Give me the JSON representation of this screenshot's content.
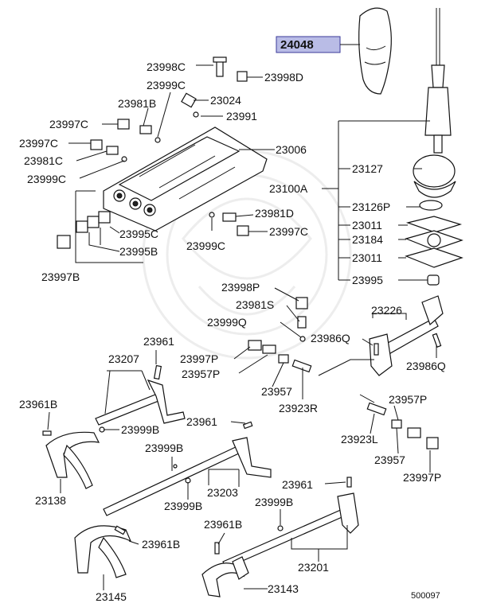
{
  "diagram": {
    "highlighted_part": "24048",
    "doc_code": "500097",
    "labels": {
      "p24048": "24048",
      "p23998C": "23998C",
      "p23998D": "23998D",
      "p23999C_a": "23999C",
      "p23024": "23024",
      "p23981B_a": "23981B",
      "p23991": "23991",
      "p23997C_a": "23997C",
      "p23997C_b": "23997C",
      "p23006": "23006",
      "p23981C": "23981C",
      "p23999C_b": "23999C",
      "p23127": "23127",
      "p23100A": "23100A",
      "p23126P": "23126P",
      "p23981D": "23981D",
      "p23011_a": "23011",
      "p23997C_c": "23997C",
      "p23184": "23184",
      "p23995C": "23995C",
      "p23999C_c": "23999C",
      "p23011_b": "23011",
      "p23995B": "23995B",
      "p23997B": "23997B",
      "p23995": "23995",
      "p23998P": "23998P",
      "p23981S": "23981S",
      "p23226": "23226",
      "p23999Q": "23999Q",
      "p23986Q_a": "23986Q",
      "p23961_a": "23961",
      "p23207": "23207",
      "p23997P_a": "23997P",
      "p23986Q_b": "23986Q",
      "p23957P_a": "23957P",
      "p23957_a": "23957",
      "p23961B_a": "23961B",
      "p23923R": "23923R",
      "p23957P_b": "23957P",
      "p23999B_a": "23999B",
      "p23961_b": "23961",
      "p23923L": "23923L",
      "p23999B_b": "23999B",
      "p23957_b": "23957",
      "p23997P_b": "23997P",
      "p23203": "23203",
      "p23138": "23138",
      "p23999B_c": "23999B",
      "p23961_c": "23961",
      "p23999B_d": "23999B",
      "p23961B_b": "23961B",
      "p23961B_c": "23961B",
      "p23201": "23201",
      "p23145": "23145",
      "p23143": "23143"
    }
  }
}
